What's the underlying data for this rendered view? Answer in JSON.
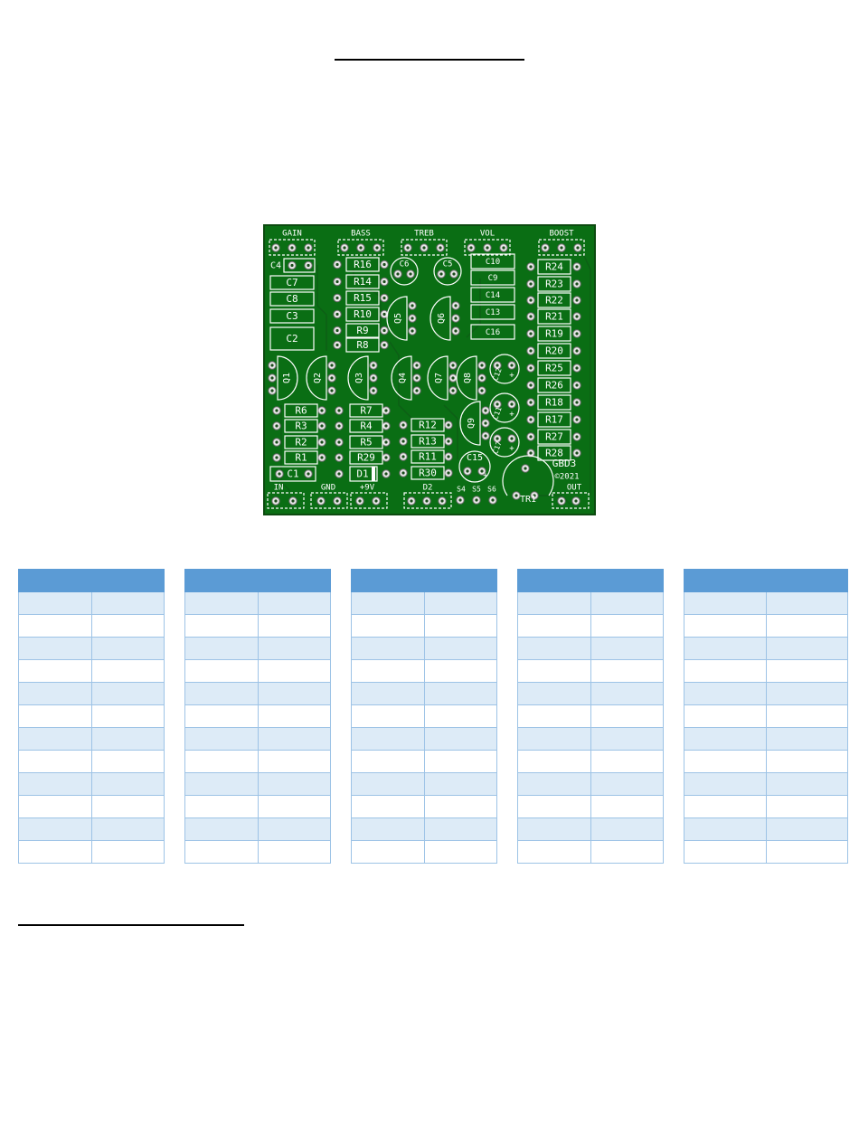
{
  "pcb": {
    "pot_labels": [
      "GAIN",
      "BASS",
      "TREB",
      "VOL",
      "BOOST"
    ],
    "board_name": "GBD3",
    "copyright": "©2021",
    "io_labels": {
      "in": "IN",
      "gnd": "GND",
      "power": "+9V",
      "d2": "D2",
      "s4": "S4",
      "s5": "S5",
      "s6": "S6",
      "out": "OUT",
      "tr1": "TR1"
    },
    "column_a": [
      "C4",
      "C7",
      "C8",
      "C3",
      "C2"
    ],
    "column_b": [
      "R16",
      "R14",
      "R15",
      "R10",
      "R9",
      "R8"
    ],
    "caps_top": [
      "C6",
      "C5"
    ],
    "column_c": [
      "C10",
      "C9",
      "C14",
      "C13",
      "C16"
    ],
    "column_d": [
      "R24",
      "R23",
      "R22",
      "R21",
      "R19",
      "R20",
      "R25",
      "R26",
      "R18",
      "R17",
      "R27",
      "R28"
    ],
    "transistors": [
      "Q1",
      "Q2",
      "Q3",
      "Q4",
      "Q5",
      "Q6",
      "Q7",
      "Q8",
      "Q9"
    ],
    "round_caps": [
      "C12",
      "C11",
      "C17",
      "C15"
    ],
    "column_e": [
      "R6",
      "R3",
      "R2",
      "R1",
      "C1"
    ],
    "column_f": [
      "R7",
      "R4",
      "R5",
      "R29",
      "D1"
    ],
    "column_g": [
      "R12",
      "R13",
      "R11",
      "R30"
    ]
  },
  "colors": {
    "board": "#0a6e14",
    "silkscreen": "#ffffff",
    "header_row": "#5b9bd5",
    "band_row": "#ddebf7",
    "border": "#9dc3e6"
  },
  "bom_tables": [
    {
      "columns": 2,
      "rows": 12
    },
    {
      "columns": 2,
      "rows": 12
    },
    {
      "columns": 2,
      "rows": 12
    },
    {
      "columns": 2,
      "rows": 12
    },
    {
      "columns": 2,
      "rows": 12
    }
  ]
}
